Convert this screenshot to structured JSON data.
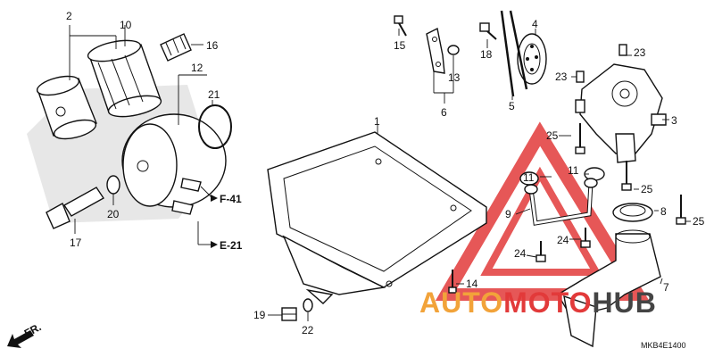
{
  "callouts": {
    "c1": "1",
    "c2": "2",
    "c3": "3",
    "c4": "4",
    "c5": "5",
    "c6": "6",
    "c7": "7",
    "c8": "8",
    "c9": "9",
    "c10": "10",
    "c11a": "11",
    "c11b": "11",
    "c12": "12",
    "c13": "13",
    "c14": "14",
    "c15": "15",
    "c16": "16",
    "c17": "17",
    "c18": "18",
    "c19": "19",
    "c20": "20",
    "c21": "21",
    "c22": "22",
    "c23a": "23",
    "c23b": "23",
    "c24a": "24",
    "c24b": "24",
    "c25a": "25",
    "c25b": "25",
    "c25c": "25"
  },
  "refs": {
    "f41": "F-41",
    "e21": "E-21"
  },
  "direction": {
    "label": "FR."
  },
  "diagram_code": "MKB4E1400",
  "watermark": {
    "part1": "AUTO",
    "part2": "MOTO",
    "part3": "HUB",
    "colors": {
      "orange": "#f2a33a",
      "red": "#e23a3a",
      "dark": "#444444"
    }
  }
}
